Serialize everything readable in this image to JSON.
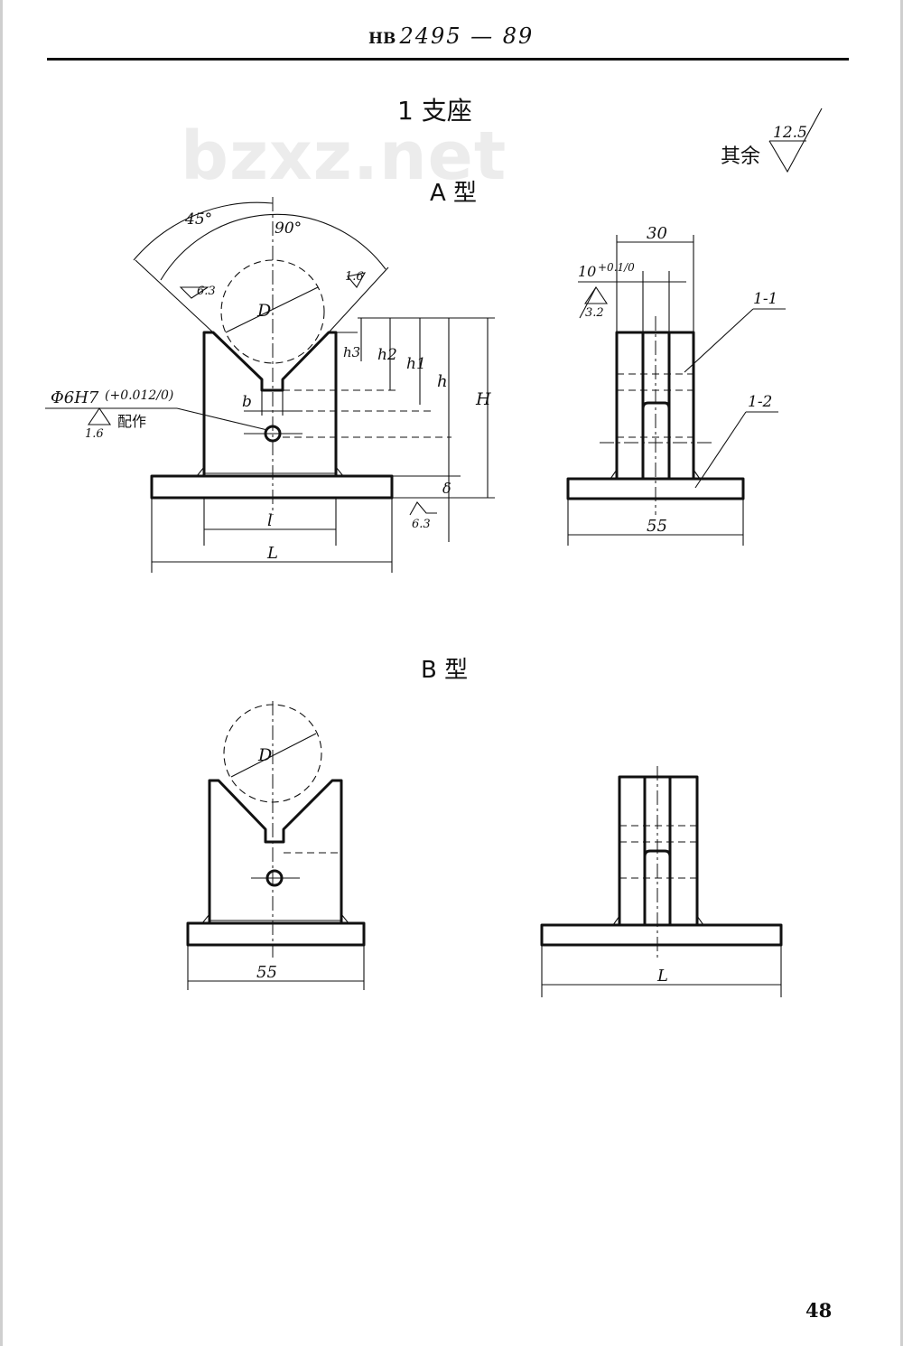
{
  "header": {
    "prefix": "HB",
    "number": "2495 — 89"
  },
  "watermark": "bzxz.net",
  "title": "1 支座",
  "roughness_rest": {
    "label": "其余",
    "value": "12.5"
  },
  "type_a": {
    "label": "A 型",
    "front": {
      "angle_45": "45°",
      "angle_90": "90°",
      "diameter": "D",
      "slot_width": "b",
      "dim_h3": "h3",
      "dim_h2": "h2",
      "dim_h1": "h1",
      "dim_h": "h",
      "dim_H": "H",
      "dim_base": "δ",
      "dim_l": "l",
      "dim_L": "L",
      "hole_spec": "Φ6H7",
      "hole_tol": "(+0.012/0)",
      "hole_roughness": "1.6",
      "hole_note": "配作",
      "rough_vface_left": "6.3",
      "rough_vface_right": "1.6",
      "rough_base": "6.3"
    },
    "side": {
      "dim_30": "30",
      "dim_slot": "10",
      "dim_slot_tol": "+0.1/0",
      "rough_slot": "3.2",
      "part_1": "1-1",
      "part_2": "1-2",
      "dim_55": "55"
    }
  },
  "type_b": {
    "label": "B 型",
    "front": {
      "diameter": "D",
      "dim_55": "55"
    },
    "side": {
      "dim_L": "L"
    }
  },
  "page_number": "48"
}
